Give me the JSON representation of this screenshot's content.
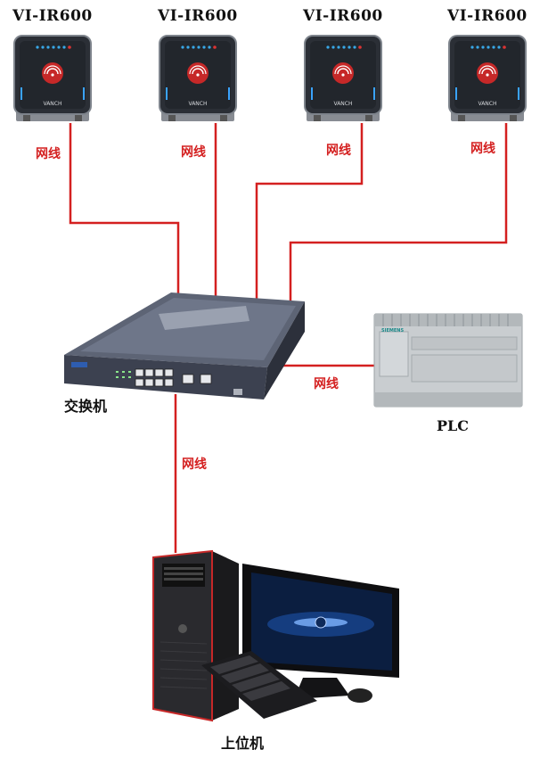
{
  "readers": [
    {
      "title": "VI-IR600",
      "brand": "VANCH"
    },
    {
      "title": "VI-IR600",
      "brand": "VANCH"
    },
    {
      "title": "VI-IR600",
      "brand": "VANCH"
    },
    {
      "title": "VI-IR600",
      "brand": "VANCH"
    }
  ],
  "cable_labels": [
    "网线",
    "网线",
    "网线",
    "网线",
    "网线",
    "网线"
  ],
  "switch": {
    "label": "交换机"
  },
  "plc": {
    "label": "PLC",
    "brand": "SIEMENS"
  },
  "computer": {
    "label": "上位机"
  },
  "colors": {
    "cable": "#d42020",
    "reader_body": "#2b2f36",
    "switch_body": "#3c4150"
  }
}
